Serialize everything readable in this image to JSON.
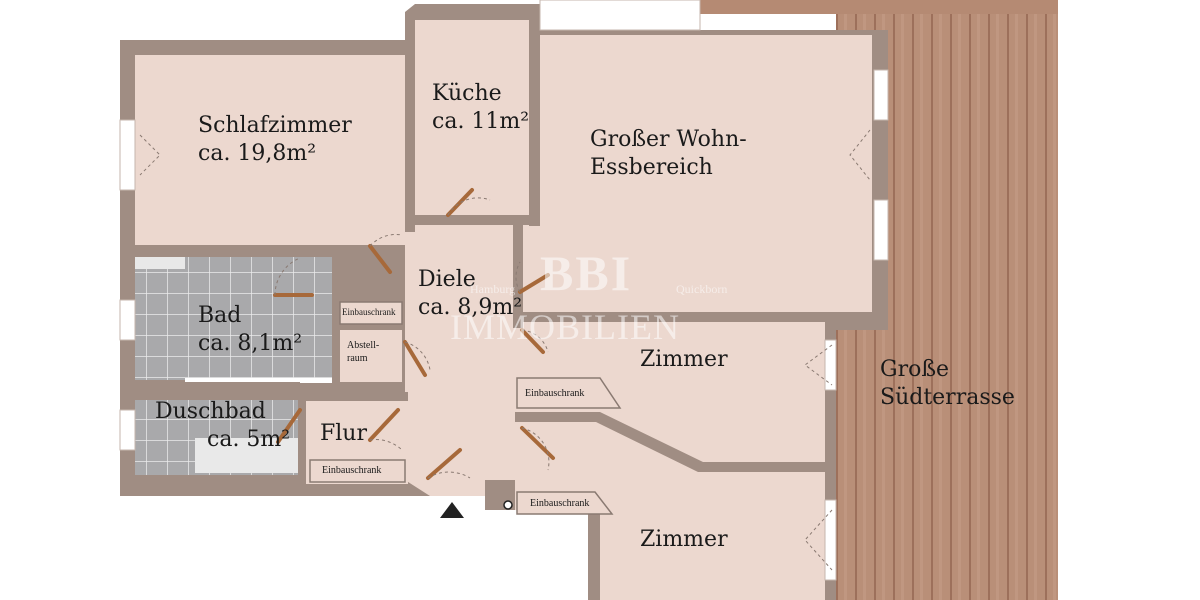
{
  "rooms": {
    "schlafzimmer": {
      "name": "Schlafzimmer",
      "area": "ca. 19,8m²"
    },
    "kueche": {
      "name": "Küche",
      "area": "ca. 11m²"
    },
    "wohn": {
      "line1": "Großer Wohn-",
      "line2": "Essbereich"
    },
    "diele": {
      "name": "Diele",
      "area": "ca. 8,9m²"
    },
    "bad": {
      "name": "Bad",
      "area": "ca. 8,1m²"
    },
    "duschbad": {
      "name": "Duschbad",
      "area": "ca. 5m²"
    },
    "flur": {
      "name": "Flur"
    },
    "abstell": {
      "line1": "Abstell-",
      "line2": "raum"
    },
    "zimmer1": {
      "name": "Zimmer"
    },
    "zimmer2": {
      "name": "Zimmer"
    },
    "terrasse": {
      "line1": "Große",
      "line2": "Südterrasse"
    }
  },
  "cabinets": {
    "e1": "Einbauschrank",
    "e2": "Einbauschrank",
    "e3": "Einbauschrank",
    "e4": "Einbauschrank"
  },
  "watermark": {
    "brand": "BBI",
    "sub": "IMMOBILIEN",
    "left_tag": "Hamburg",
    "right_tag": "Quickborn"
  },
  "colors": {
    "wall": "#a08d83",
    "floor": "#ecd8cf",
    "tile": "#a9a9ab",
    "deck": "#b98f78"
  }
}
